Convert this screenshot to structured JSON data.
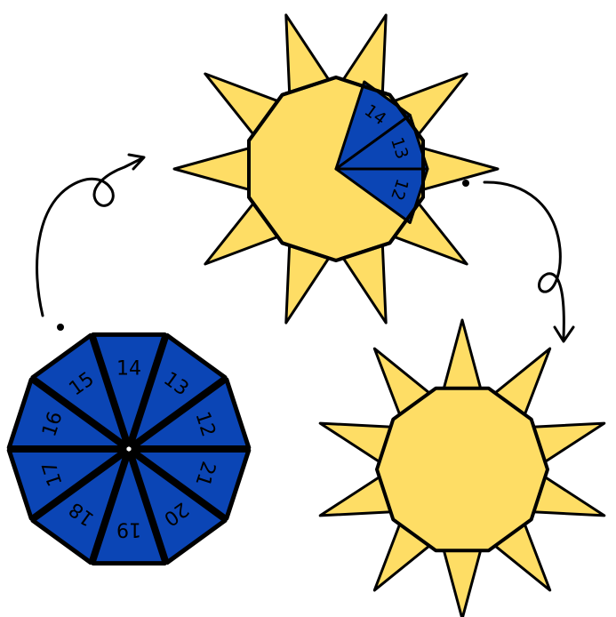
{
  "colors": {
    "blue": "#0B45B5",
    "yellow": "#FEDD65",
    "outline": "#000000",
    "background": "#FFFFFF"
  },
  "decagon": {
    "label": "decagon-of-triangles",
    "numbers": [
      "14",
      "13",
      "12",
      "21",
      "20",
      "19",
      "18",
      "17",
      "16",
      "15"
    ]
  },
  "partial_sun": {
    "label": "sun-with-partial-blue-wedges",
    "numbers": [
      "14",
      "13",
      "12"
    ]
  },
  "full_sun": {
    "label": "completed-yellow-sun"
  },
  "arrows": [
    {
      "name": "arrow-decagon-to-partial-sun"
    },
    {
      "name": "arrow-partial-sun-to-full-sun"
    }
  ]
}
